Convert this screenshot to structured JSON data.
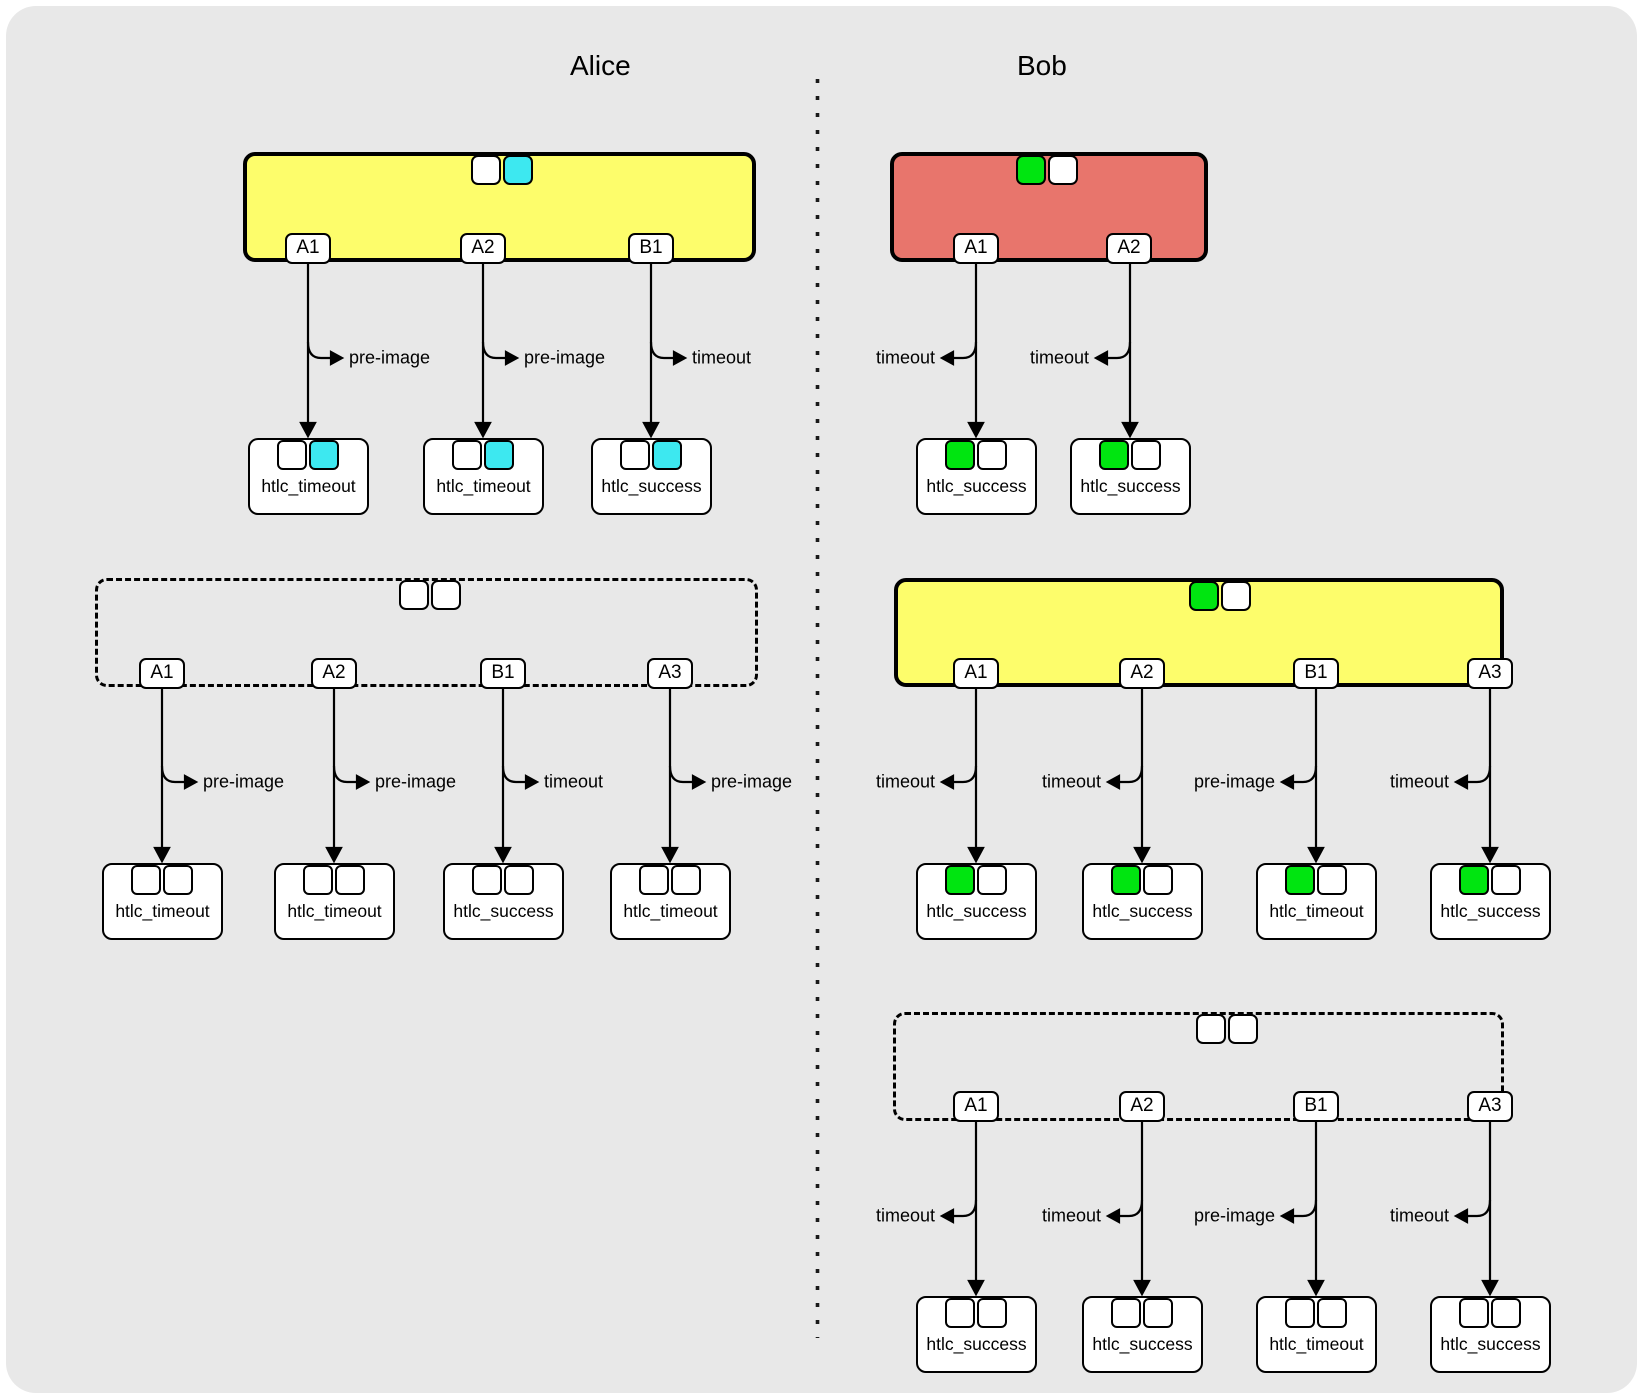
{
  "colors": {
    "page_background": "#FFFFFF",
    "canvas_background": "#E8E8E8",
    "commitment_yellow": "#FDFD6B",
    "commitment_red": "#E8756C",
    "square_green": "#00E510",
    "square_cyan": "#3DE8F0",
    "square_white": "#FFFFFF",
    "stroke": "#000000"
  },
  "alice": {
    "title": "Alice",
    "commitment1": {
      "squares": [
        "#FFFFFF",
        "#3DE8F0"
      ],
      "outputs": [
        {
          "label": "A1",
          "action": "pre-image",
          "tx": "htlc_timeout",
          "tx_squares": [
            "#FFFFFF",
            "#3DE8F0"
          ]
        },
        {
          "label": "A2",
          "action": "pre-image",
          "tx": "htlc_timeout",
          "tx_squares": [
            "#FFFFFF",
            "#3DE8F0"
          ]
        },
        {
          "label": "B1",
          "action": "timeout",
          "tx": "htlc_success",
          "tx_squares": [
            "#FFFFFF",
            "#3DE8F0"
          ]
        }
      ]
    },
    "commitment2": {
      "squares": [
        "#FFFFFF",
        "#FFFFFF"
      ],
      "outputs": [
        {
          "label": "A1",
          "action": "pre-image",
          "tx": "htlc_timeout",
          "tx_squares": [
            "#FFFFFF",
            "#FFFFFF"
          ]
        },
        {
          "label": "A2",
          "action": "pre-image",
          "tx": "htlc_timeout",
          "tx_squares": [
            "#FFFFFF",
            "#FFFFFF"
          ]
        },
        {
          "label": "B1",
          "action": "timeout",
          "tx": "htlc_success",
          "tx_squares": [
            "#FFFFFF",
            "#FFFFFF"
          ]
        },
        {
          "label": "A3",
          "action": "pre-image",
          "tx": "htlc_timeout",
          "tx_squares": [
            "#FFFFFF",
            "#FFFFFF"
          ]
        }
      ]
    }
  },
  "bob": {
    "title": "Bob",
    "commitment1": {
      "squares": [
        "#00E510",
        "#FFFFFF"
      ],
      "outputs": [
        {
          "label": "A1",
          "action": "timeout",
          "tx": "htlc_success",
          "tx_squares": [
            "#00E510",
            "#FFFFFF"
          ]
        },
        {
          "label": "A2",
          "action": "timeout",
          "tx": "htlc_success",
          "tx_squares": [
            "#00E510",
            "#FFFFFF"
          ]
        }
      ]
    },
    "commitment2": {
      "squares": [
        "#00E510",
        "#FFFFFF"
      ],
      "outputs": [
        {
          "label": "A1",
          "action": "timeout",
          "tx": "htlc_success",
          "tx_squares": [
            "#00E510",
            "#FFFFFF"
          ]
        },
        {
          "label": "A2",
          "action": "timeout",
          "tx": "htlc_success",
          "tx_squares": [
            "#00E510",
            "#FFFFFF"
          ]
        },
        {
          "label": "B1",
          "action": "pre-image",
          "tx": "htlc_timeout",
          "tx_squares": [
            "#00E510",
            "#FFFFFF"
          ]
        },
        {
          "label": "A3",
          "action": "timeout",
          "tx": "htlc_success",
          "tx_squares": [
            "#00E510",
            "#FFFFFF"
          ]
        }
      ]
    },
    "commitment3": {
      "squares": [
        "#FFFFFF",
        "#FFFFFF"
      ],
      "outputs": [
        {
          "label": "A1",
          "action": "timeout",
          "tx": "htlc_success",
          "tx_squares": [
            "#FFFFFF",
            "#FFFFFF"
          ]
        },
        {
          "label": "A2",
          "action": "timeout",
          "tx": "htlc_success",
          "tx_squares": [
            "#FFFFFF",
            "#FFFFFF"
          ]
        },
        {
          "label": "B1",
          "action": "pre-image",
          "tx": "htlc_timeout",
          "tx_squares": [
            "#FFFFFF",
            "#FFFFFF"
          ]
        },
        {
          "label": "A3",
          "action": "timeout",
          "tx": "htlc_success",
          "tx_squares": [
            "#FFFFFF",
            "#FFFFFF"
          ]
        }
      ]
    }
  }
}
